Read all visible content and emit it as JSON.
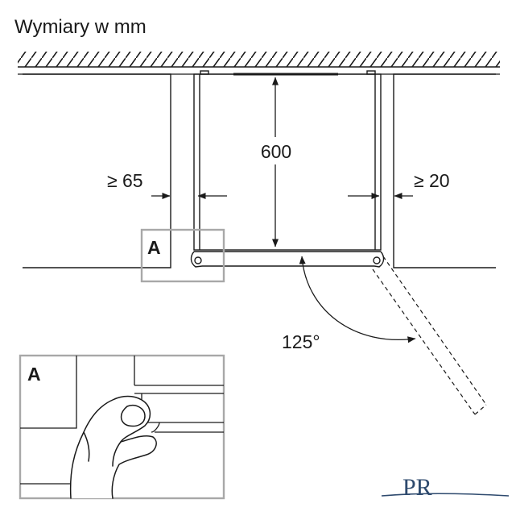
{
  "title": "Wymiary w mm",
  "dimensions": {
    "height": "600",
    "left_gap": "≥ 65",
    "right_gap": "≥ 20",
    "door_angle": "125°"
  },
  "detail": {
    "callout_label": "A",
    "inset_label": "A"
  },
  "logo": {
    "text": "PR",
    "color": "#2e4a6e"
  },
  "colors": {
    "line": "#1a1a1a",
    "highlight_box": "#a8a8a8"
  }
}
